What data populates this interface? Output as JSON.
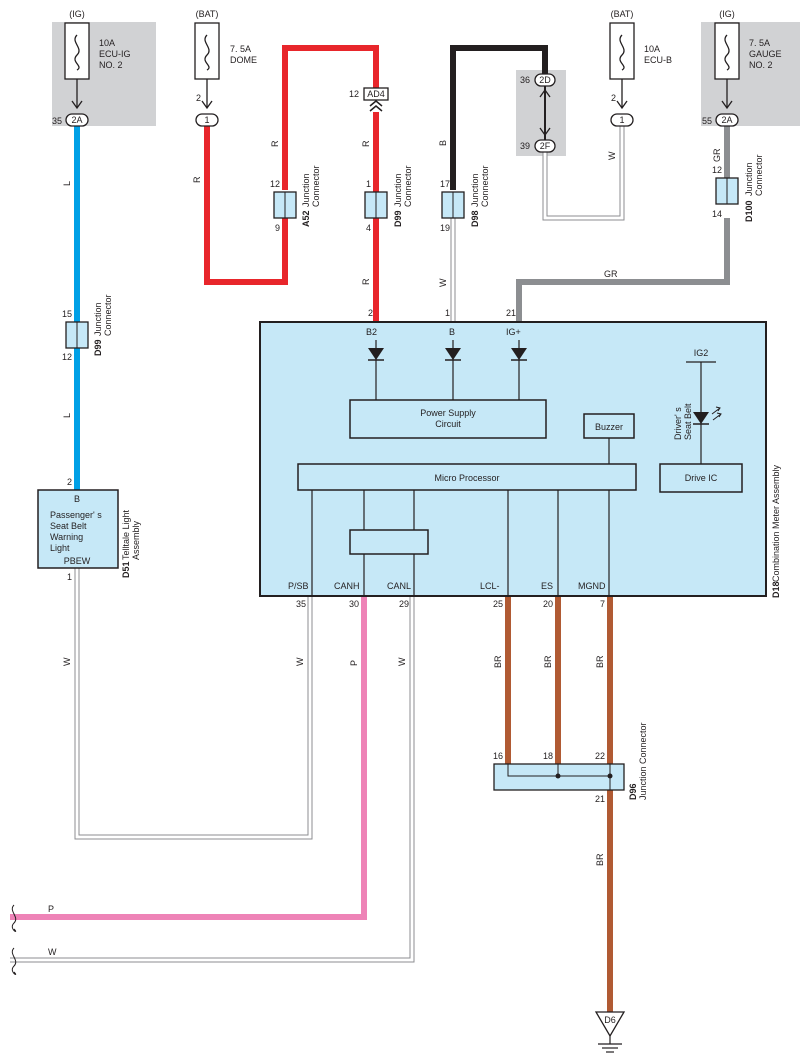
{
  "fuses": {
    "f1": {
      "supply": "(IG)",
      "rating": "10A",
      "name": "ECU-IG",
      "name2": "NO. 2",
      "pin_out": "35",
      "conn": "2A"
    },
    "f2": {
      "supply": "(BAT)",
      "rating": "7. 5A",
      "name": "DOME",
      "pin_out": "2",
      "conn": "1"
    },
    "f3": {
      "supply": "(BAT)",
      "rating": "10A",
      "name": "ECU-B",
      "pin_out": "2",
      "conn": "1"
    },
    "f4": {
      "supply": "(IG)",
      "rating": "7. 5A",
      "name": "GAUGE",
      "name2": "NO. 2",
      "pin_out": "55",
      "conn": "2A"
    }
  },
  "connectors": {
    "ad4": {
      "code": "AD4",
      "pin": "12"
    },
    "c2d": {
      "code": "2D",
      "pin": "36"
    },
    "c2f": {
      "code": "2F",
      "pin": "39"
    },
    "a52": {
      "code": "A52",
      "desc1": "Junction",
      "desc2": "Connector",
      "pin_in": "12",
      "pin_out": "9"
    },
    "d99_top": {
      "code": "D99",
      "desc1": "Junction",
      "desc2": "Connector",
      "pin_in": "1",
      "pin_out": "4"
    },
    "d98": {
      "code": "D98",
      "desc1": "Junction",
      "desc2": "Connector",
      "pin_in": "17",
      "pin_out": "19"
    },
    "d100": {
      "code": "D100",
      "desc1": "Junction",
      "desc2": "Connector",
      "pin_in": "12",
      "pin_out": "14"
    },
    "d99_left": {
      "code": "D99",
      "desc1": "Junction",
      "desc2": "Connector",
      "pin_in": "15",
      "pin_out": "12"
    },
    "d51": {
      "code": "D51",
      "desc1": "Telltale Light",
      "desc2": "Assembly",
      "pin_in": "2",
      "pin_out": "1",
      "term_in": "B",
      "term_out": "PBEW",
      "line1": "Passenger' s",
      "line2": "Seat Belt",
      "line3": "Warning",
      "line4": "Light"
    },
    "d96": {
      "code": "D96",
      "desc": "Junction Connector",
      "pin_a": "16",
      "pin_b": "18",
      "pin_c": "22",
      "pin_out": "21"
    },
    "d6": {
      "code": "D6"
    }
  },
  "meter": {
    "code": "D18",
    "desc": "Combination Meter Assembly",
    "power_supply_1": "Power Supply",
    "power_supply_2": "Circuit",
    "buzzer": "Buzzer",
    "micro": "Micro Processor",
    "drive_ic": "Drive IC",
    "ig2": "IG2",
    "driver_belt_1": "Driver' s",
    "driver_belt_2": "Seat Belt",
    "pins_top": [
      {
        "num": "2",
        "term": "B2"
      },
      {
        "num": "1",
        "term": "B"
      },
      {
        "num": "21",
        "term": "IG+"
      }
    ],
    "pins_bottom": [
      {
        "num": "35",
        "term": "P/SB"
      },
      {
        "num": "30",
        "term": "CANH"
      },
      {
        "num": "29",
        "term": "CANL"
      },
      {
        "num": "25",
        "term": "LCL-"
      },
      {
        "num": "20",
        "term": "ES"
      },
      {
        "num": "7",
        "term": "MGND"
      }
    ]
  },
  "wire_labels": {
    "blue_1": "L",
    "blue_2": "L",
    "red_left": "R",
    "red_mid": "R",
    "red_top": "R",
    "red_bottom": "R",
    "black": "B",
    "white_d98": "W",
    "white_2f": "W",
    "gray_top": "GR",
    "gray_h": "GR",
    "white_d51": "W",
    "white_psb": "W",
    "pink": "P",
    "white_canl": "W",
    "br_25": "BR",
    "br_20": "BR",
    "br_7": "BR",
    "br_gnd": "BR",
    "p_left": "P",
    "w_left": "W"
  },
  "colors": {
    "blue": "#00a0e6",
    "red": "#e8262b",
    "black": "#231f20",
    "white": "#ffffff",
    "gray": "#8c8e91",
    "pink": "#ee83b7",
    "brown": "#b05a33",
    "box_fill": "#c6e8f7",
    "fuse_bg": "#d1d2d4"
  }
}
